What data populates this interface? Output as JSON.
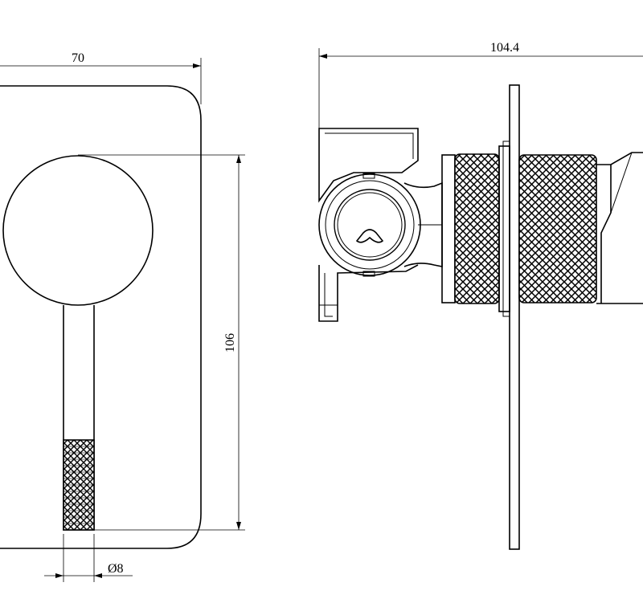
{
  "drawing": {
    "dimensions": {
      "width_label": "70",
      "height_label": "106",
      "depth_label": "104.4",
      "diameter_label": "Ø8"
    }
  }
}
